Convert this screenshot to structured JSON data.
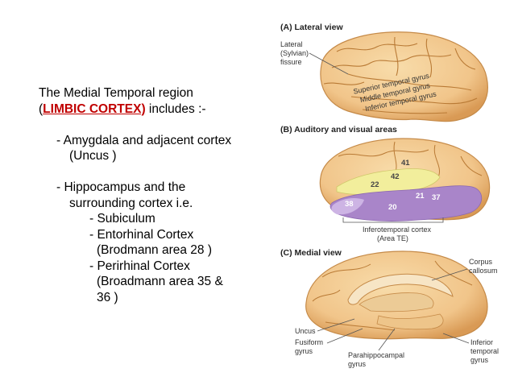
{
  "text": {
    "title_line1": "The Medial Temporal region",
    "paren_open": "(",
    "limbic_label": "LIMBIC CORTEX)",
    "includes": " includes :-",
    "item1_line1": "- Amygdala and adjacent cortex",
    "item1_line2": "(Uncus )",
    "item2_line1": "- Hippocampus and the",
    "item2_line2": "surrounding cortex i.e.",
    "sub1": "- Subiculum",
    "sub2_line1": "- Entorhinal Cortex",
    "sub2_line2": "(Brodmann area 28 )",
    "sub3_line1": "- Perirhinal Cortex",
    "sub3_line2": "(Broadmann area 35 &",
    "sub3_line3": "36 )"
  },
  "figure": {
    "panel_a": {
      "title": "(A) Lateral view",
      "fissure_label": [
        "Lateral",
        "(Sylvian)",
        "fissure"
      ],
      "gyri": [
        "Superior temporal gyrus",
        "Middle temporal gyrus",
        "Inferior temporal gyrus"
      ]
    },
    "panel_b": {
      "title": "(B) Auditory and visual areas",
      "areas": [
        "41",
        "42",
        "22",
        "21",
        "37",
        "38",
        "20"
      ],
      "caption": [
        "Inferotemporal cortex",
        "(Area TE)"
      ]
    },
    "panel_c": {
      "title": "(C) Medial view",
      "labels": {
        "corpus": [
          "Corpus",
          "callosum"
        ],
        "uncus": "Uncus",
        "fusiform": [
          "Fusiform",
          "gyrus"
        ],
        "parahippocampal": [
          "Parahippocampal",
          "gyrus"
        ],
        "inferior_temporal": [
          "Inferior",
          "temporal",
          "gyrus"
        ]
      }
    }
  },
  "colors": {
    "accent_red": "#c00000",
    "brain_fill": "#f1c58a",
    "sulcus": "#b97a35",
    "area_yellow": "#f2ee9c",
    "area_purple": "#a985c9",
    "area_light_purple": "#cdb4e4"
  }
}
